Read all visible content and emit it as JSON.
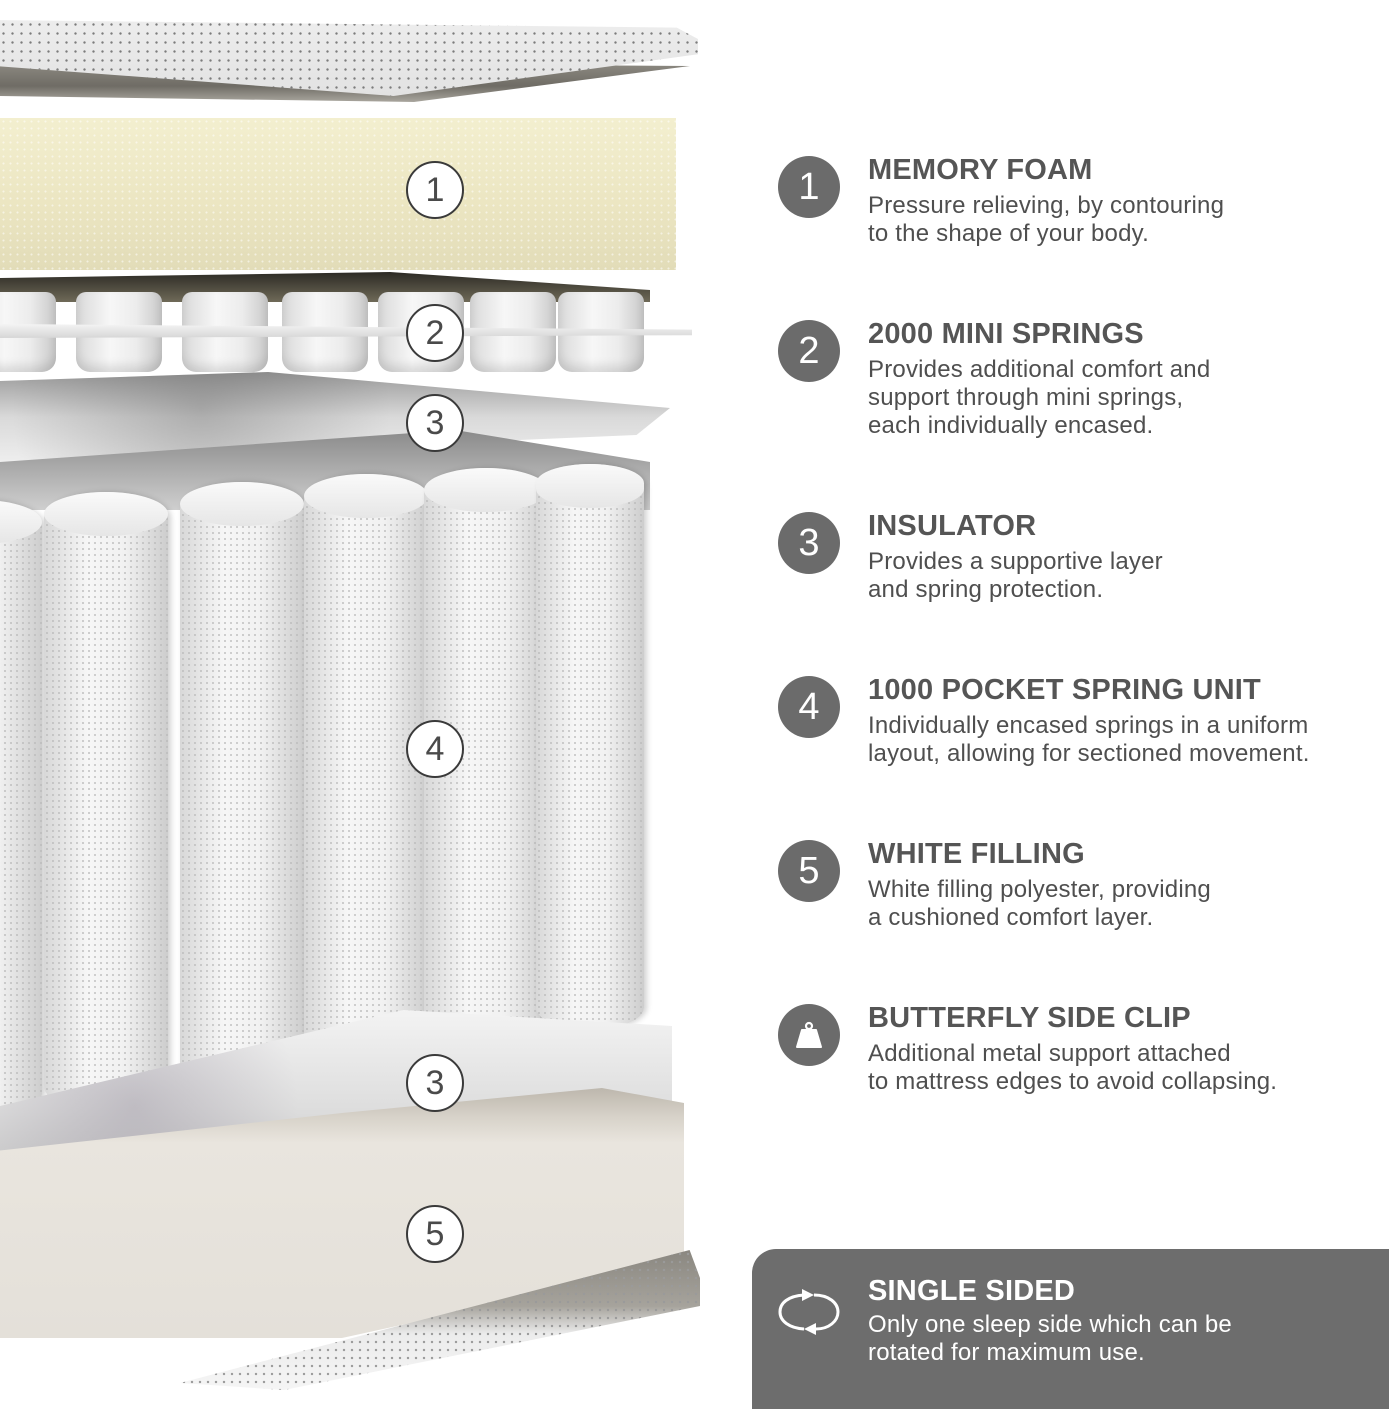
{
  "diagram": {
    "subject": "Mattress cross-section",
    "markers": [
      {
        "label": "1",
        "layer": "Memory foam"
      },
      {
        "label": "2",
        "layer": "Mini springs"
      },
      {
        "label": "3",
        "layer": "Insulator (top)"
      },
      {
        "label": "4",
        "layer": "Pocket spring unit"
      },
      {
        "label": "3",
        "layer": "Insulator (bottom)"
      },
      {
        "label": "5",
        "layer": "White filling"
      }
    ]
  },
  "legend": {
    "items": [
      {
        "badge": "1",
        "title": "MEMORY FOAM",
        "lines": [
          "Pressure relieving, by contouring",
          "to the shape of your body."
        ]
      },
      {
        "badge": "2",
        "title": "2000 MINI SPRINGS",
        "lines": [
          "Provides additional comfort and",
          "support through mini springs,",
          "each individually encased."
        ]
      },
      {
        "badge": "3",
        "title": "INSULATOR",
        "lines": [
          "Provides a supportive layer",
          "and spring protection."
        ]
      },
      {
        "badge": "4",
        "title": "1000 POCKET SPRING UNIT",
        "lines": [
          "Individually encased springs in a uniform",
          "layout, allowing for sectioned movement."
        ]
      },
      {
        "badge": "5",
        "title": "WHITE FILLING",
        "lines": [
          "White filling polyester, providing",
          "a cushioned comfort layer."
        ]
      },
      {
        "badge_icon": "weight-clip-icon",
        "title": "BUTTERFLY SIDE CLIP",
        "lines": [
          "Additional metal support attached",
          "to mattress edges to avoid collapsing."
        ]
      }
    ],
    "single_sided": {
      "icon": "rotate-icon",
      "title": "SINGLE SIDED",
      "lines": [
        "Only one sleep side which can be",
        "rotated for maximum use."
      ]
    }
  },
  "colors": {
    "badge_bg": "#6b6b6b",
    "title_text": "#555555",
    "body_text": "#4f4f4f",
    "panel_bg": "#6d6d6d",
    "foam": "#ebe5c1"
  }
}
